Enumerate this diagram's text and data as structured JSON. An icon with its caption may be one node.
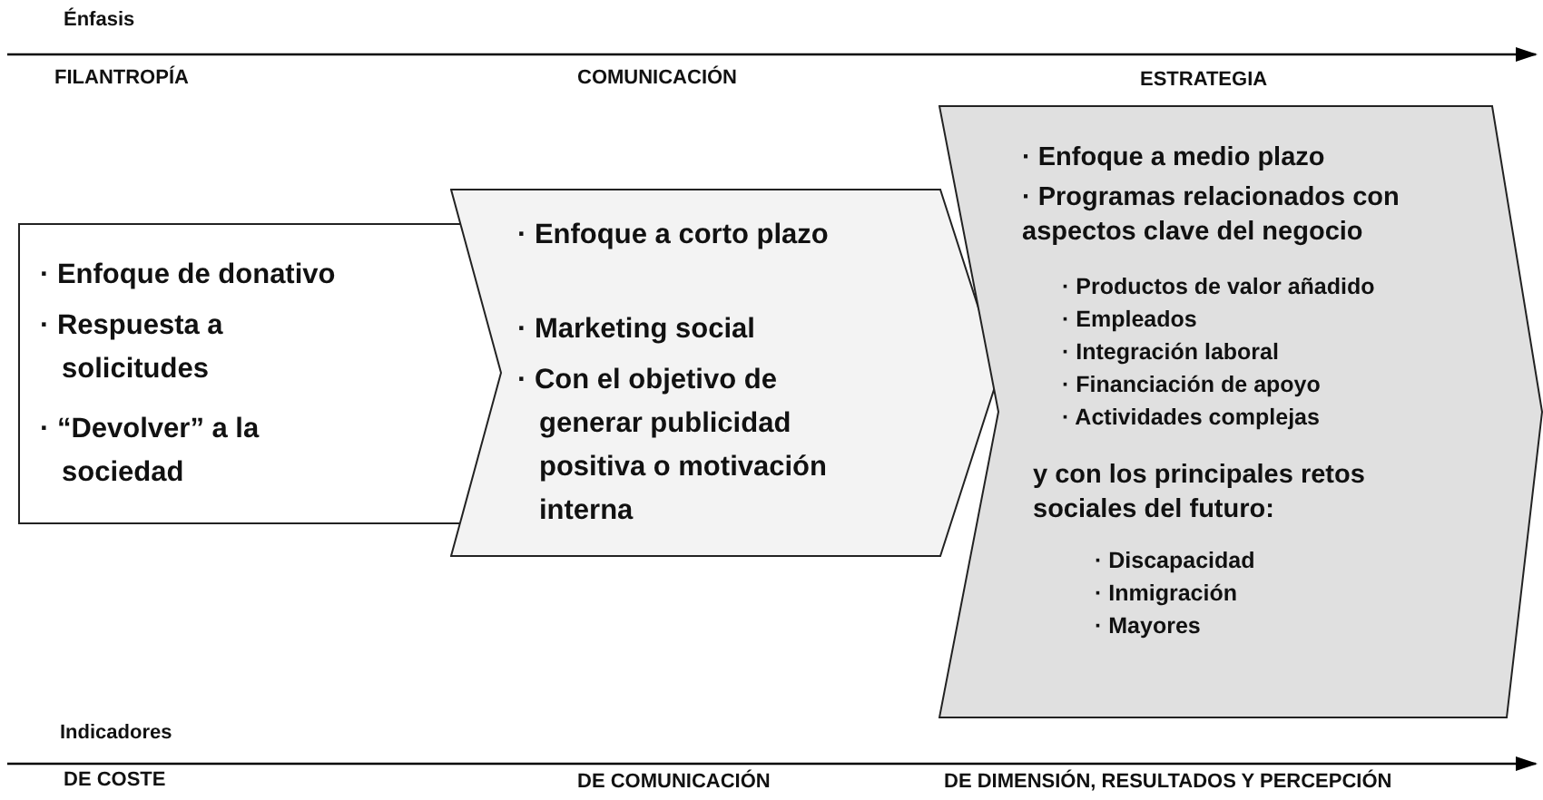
{
  "diagram": {
    "nodes": [
      {
        "text": [
          "· Enfoque de donativo",
          "· Respuesta a solicitudes",
          "· “Devolver” a la sociedad"
        ]
      },
      {
        "text": [
          "· Enfoque a corto plazo",
          "· Marketing social",
          "· Con el objetivo de generar publicidad positiva o motivación interna"
        ]
      },
      {
        "text": [
          "· Enfoque a medio plazo",
          "· Programas relacionados con aspectos clave del negocio",
          "· Productos de valor añadido",
          "· Empleados",
          "· Integración laboral",
          "· Financiación de apoyo",
          "· Actividades complejas",
          "y con los principales retos sociales del futuro:",
          "· Discapacidad",
          "· Inmigración",
          "· Mayores"
        ]
      }
    ],
    "edges": [],
    "labels": [
      "Énfasis",
      "FILANTROPÍA",
      "COMUNICACIÓN",
      "ESTRATEGIA",
      "Indicadores",
      "DE COSTE",
      "DE COMUNICACIÓN",
      "DE DIMENSIÓN, RESULTADOS Y PERCEPCIÓN"
    ]
  }
}
